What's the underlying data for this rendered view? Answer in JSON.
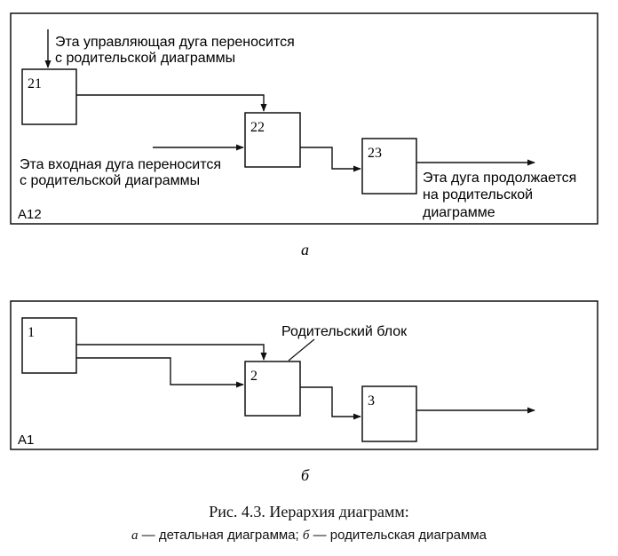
{
  "diagram_a": {
    "frame_label": "A12",
    "block_21": "21",
    "block_22": "22",
    "block_23": "23",
    "note_control_1": "Эта управляющая дуга переносится",
    "note_control_2": "с родительской диаграммы",
    "note_input_1": "Эта входная дуга переносится",
    "note_input_2": "с родительской диаграммы",
    "note_output_1": "Эта дуга продолжается",
    "note_output_2": "на родительской",
    "note_output_3": "диаграмме",
    "sublabel": "а"
  },
  "diagram_b": {
    "frame_label": "A1",
    "block_1": "1",
    "block_2": "2",
    "block_3": "3",
    "note_parent": "Родительский блок",
    "sublabel": "б"
  },
  "caption": {
    "title": "Рис. 4.3. Иерархия диаграмм:",
    "sub_a_letter": "а",
    "sub_a_text": " — детальная диаграмма; ",
    "sub_b_letter": "б",
    "sub_b_text": " — родительская диаграмма"
  }
}
